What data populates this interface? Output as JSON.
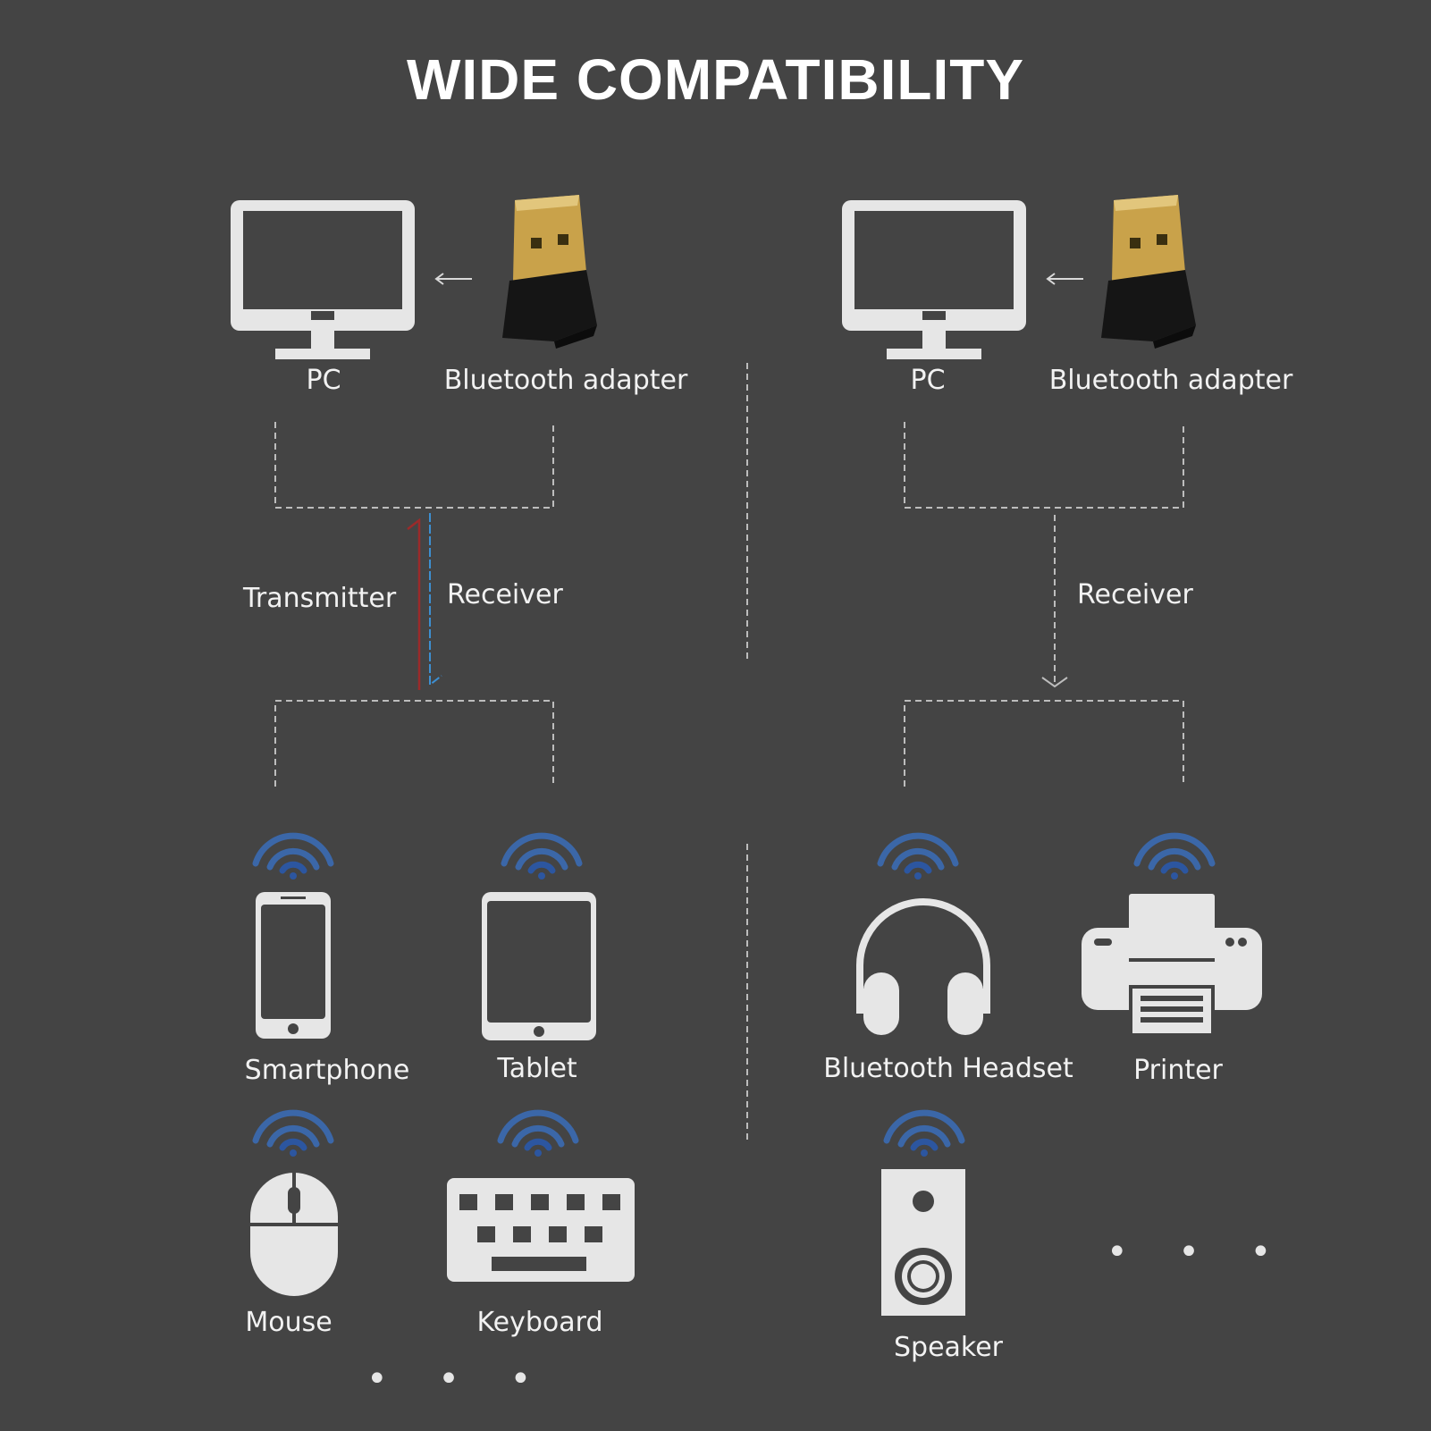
{
  "title": "WIDE COMPATIBILITY",
  "left": {
    "pc_label": "PC",
    "adapter_label": "Bluetooth adapter",
    "transmitter_label": "Transmitter",
    "receiver_label": "Receiver",
    "devices": [
      {
        "label": "Smartphone",
        "icon": "smartphone-icon"
      },
      {
        "label": "Tablet",
        "icon": "tablet-icon"
      },
      {
        "label": "Mouse",
        "icon": "mouse-icon"
      },
      {
        "label": "Keyboard",
        "icon": "keyboard-icon"
      }
    ],
    "more": "• • •"
  },
  "right": {
    "pc_label": "PC",
    "adapter_label": "Bluetooth adapter",
    "receiver_label": "Receiver",
    "devices": [
      {
        "label": "Bluetooth Headset",
        "icon": "headset-icon"
      },
      {
        "label": "Printer",
        "icon": "printer-icon"
      },
      {
        "label": "Speaker",
        "icon": "speaker-icon"
      }
    ],
    "more": "• • •"
  },
  "colors": {
    "background": "#444444",
    "icon": "#e6e6e6",
    "signal": "#3b67a8",
    "transmit_arrow": "#9b2a2a",
    "receive_arrow": "#3d8fd1",
    "usb_gold": "#c9a24a"
  }
}
